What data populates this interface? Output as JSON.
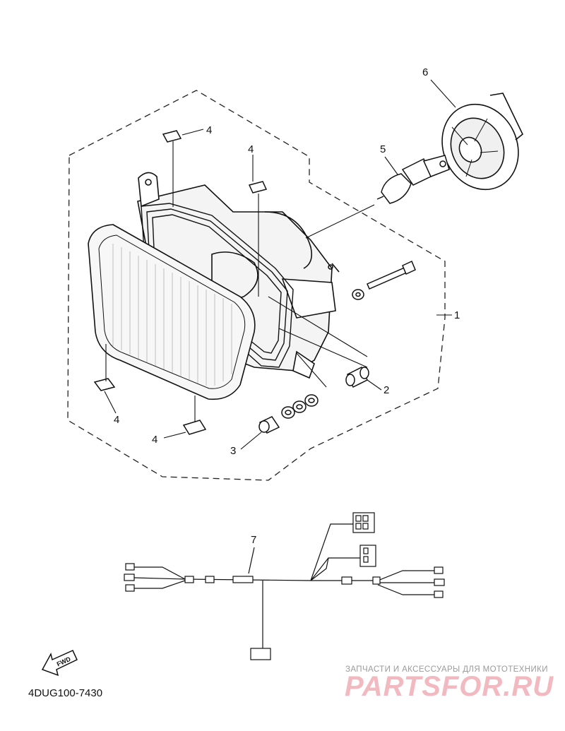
{
  "callouts": {
    "c1": "1",
    "c2": "2",
    "c3": "3",
    "c4a": "4",
    "c4b": "4",
    "c4c": "4",
    "c4d": "4",
    "c5": "5",
    "c6": "6",
    "c7": "7"
  },
  "fwd_label": "FWD",
  "diagram_code": "4DUG100-7430",
  "watermark": {
    "tagline": "ЗАПЧАСТИ И АКСЕССУАРЫ ДЛЯ МОТОТЕХНИКИ",
    "logo": "PARTSFOR.RU",
    "logo_color": "#f2b9c0"
  }
}
